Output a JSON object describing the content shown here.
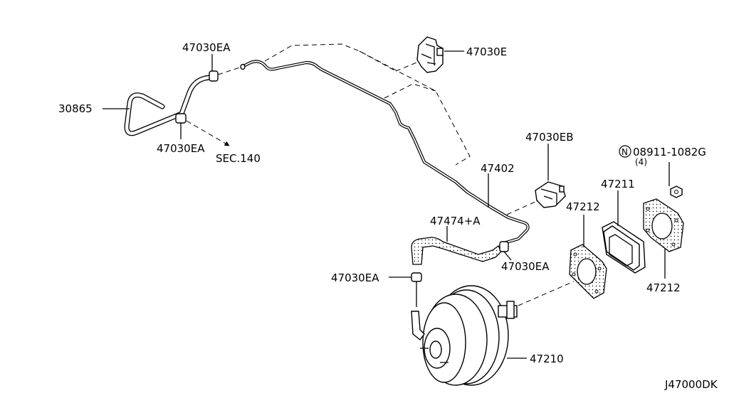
{
  "diagram": {
    "labels": {
      "clamp_top": "47030EA",
      "clamp_bracket": "47030E",
      "hose_left": "30865",
      "clamp_lower_left": "47030EA",
      "sec_ref": "SEC.140",
      "connector": "47030EB",
      "bolt_number": "08911-1082G",
      "bolt_circle_mark": "N",
      "bolt_qty": "(4)",
      "tube": "47402",
      "gasket_mid": "47211",
      "gasket_left": "47212",
      "hose_check": "47474+A",
      "clamp_mid_right": "47030EA",
      "clamp_mid_left": "47030EA",
      "gasket_right": "47212",
      "booster": "47210",
      "diagram_code": "J47000DK"
    }
  }
}
